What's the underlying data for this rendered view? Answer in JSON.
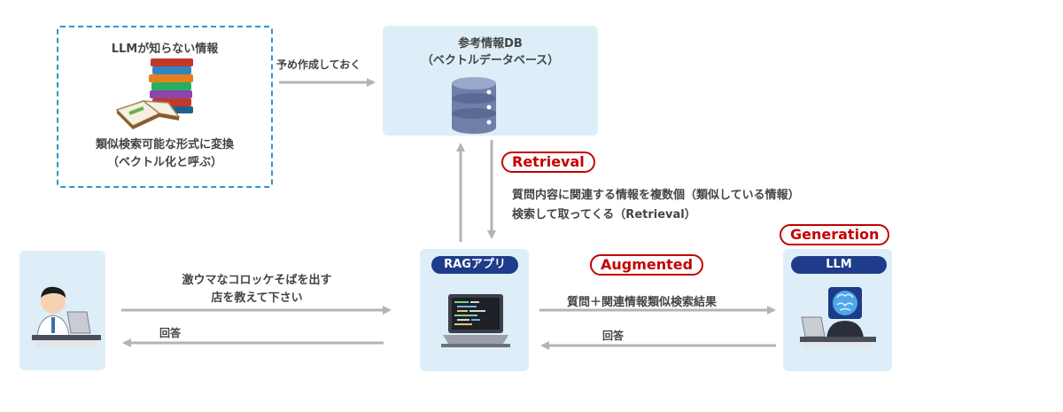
{
  "unknown_info": {
    "title": "LLMが知らない情報",
    "desc_line1": "類似検索可能な形式に変換",
    "desc_line2": "（ベクトル化と呼ぶ）"
  },
  "prep_arrow_label": "予め作成しておく",
  "db": {
    "title_line1": "参考情報DB",
    "title_line2": "（ベクトルデータベース）"
  },
  "retrieval": {
    "tag": "Retrieval",
    "desc_line1": "質問内容に関連する情報を複数個（類似している情報）",
    "desc_line2": "検索して取ってくる（Retrieval）"
  },
  "user": {
    "question_line1": "激ウマなコロッケそばを出す",
    "question_line2": "店を教えて下さい",
    "answer_label": "回答"
  },
  "rag_app": {
    "label": "RAGアプリ"
  },
  "augmented": {
    "tag": "Augmented",
    "arrow_label": "質問＋関連情報類似検索結果",
    "answer_label": "回答"
  },
  "generation": {
    "tag": "Generation",
    "llm_label": "LLM"
  },
  "colors": {
    "box_fill": "#ddeef8",
    "dashed_border": "#2f97c9",
    "tag_red": "#c40000",
    "pill_navy": "#1f3c8a",
    "arrow_gray": "#b4b4b4"
  }
}
